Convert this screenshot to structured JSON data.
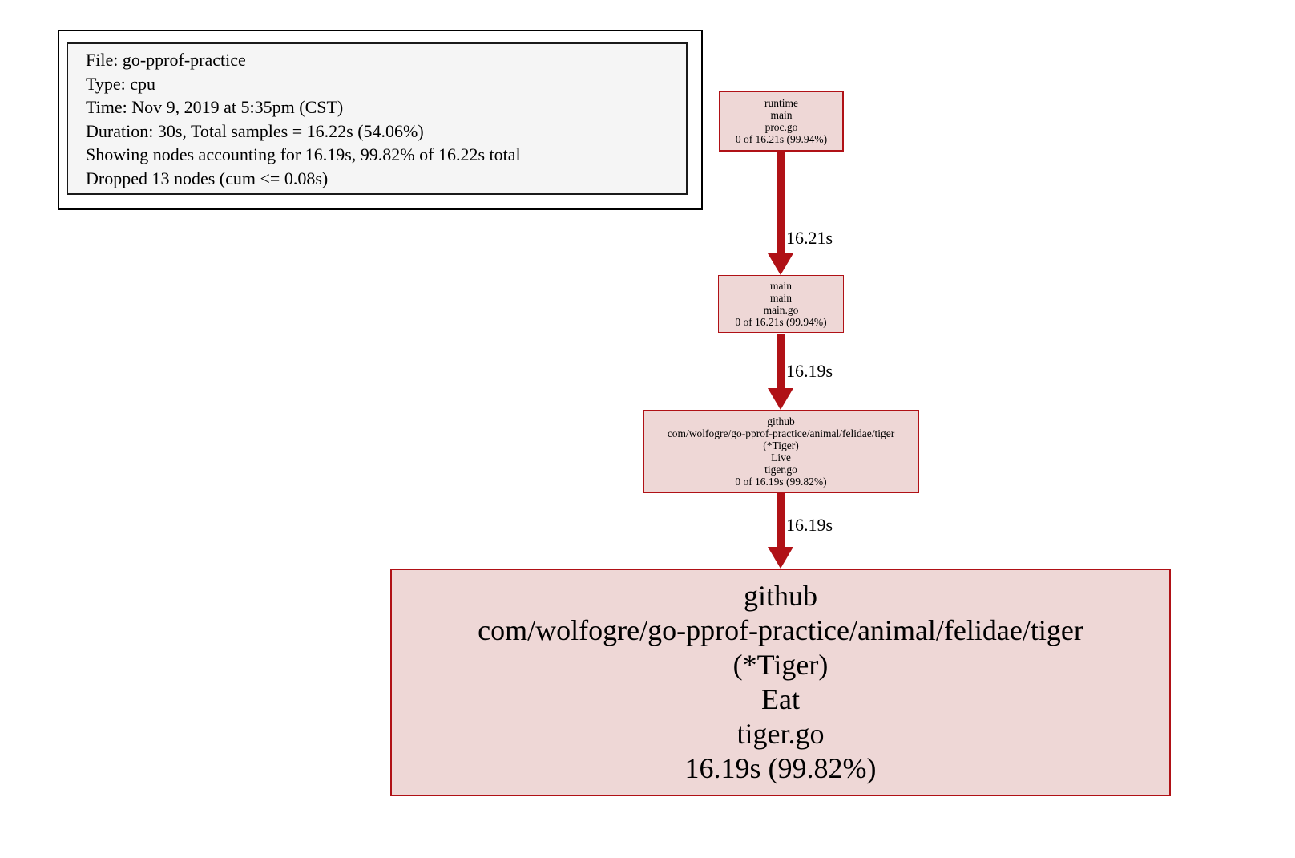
{
  "colors": {
    "node_fill": "#eed7d6",
    "node_border": "#b01116",
    "edge_arrow": "#b01116",
    "legend_fill": "#f5f5f5",
    "text": "#000000",
    "background": "#ffffff"
  },
  "legend": {
    "lines": [
      "File: go-pprof-practice",
      "Type: cpu",
      "Time: Nov 9, 2019 at 5:35pm (CST)",
      "Duration: 30s, Total samples = 16.22s (54.06%)",
      "Showing nodes accounting for 16.19s, 99.82% of 16.22s total",
      "Dropped 13 nodes (cum <= 0.08s)"
    ]
  },
  "graph": {
    "nodes": [
      {
        "id": "runtime-main",
        "lines": [
          "runtime",
          "main",
          "proc.go",
          "0 of 16.21s (99.94%)"
        ]
      },
      {
        "id": "main-main",
        "lines": [
          "main",
          "main",
          "main.go",
          "0 of 16.21s (99.94%)"
        ]
      },
      {
        "id": "tiger-live",
        "lines": [
          "github",
          "com/wolfogre/go-pprof-practice/animal/felidae/tiger",
          "(*Tiger)",
          "Live",
          "tiger.go",
          "0 of 16.19s (99.82%)"
        ]
      },
      {
        "id": "tiger-eat",
        "lines": [
          "github",
          "com/wolfogre/go-pprof-practice/animal/felidae/tiger",
          "(*Tiger)",
          "Eat",
          "tiger.go",
          "16.19s (99.82%)"
        ]
      }
    ],
    "edges": [
      {
        "from": "runtime-main",
        "to": "main-main",
        "label": "16.21s"
      },
      {
        "from": "main-main",
        "to": "tiger-live",
        "label": "16.19s"
      },
      {
        "from": "tiger-live",
        "to": "tiger-eat",
        "label": "16.19s"
      }
    ]
  }
}
